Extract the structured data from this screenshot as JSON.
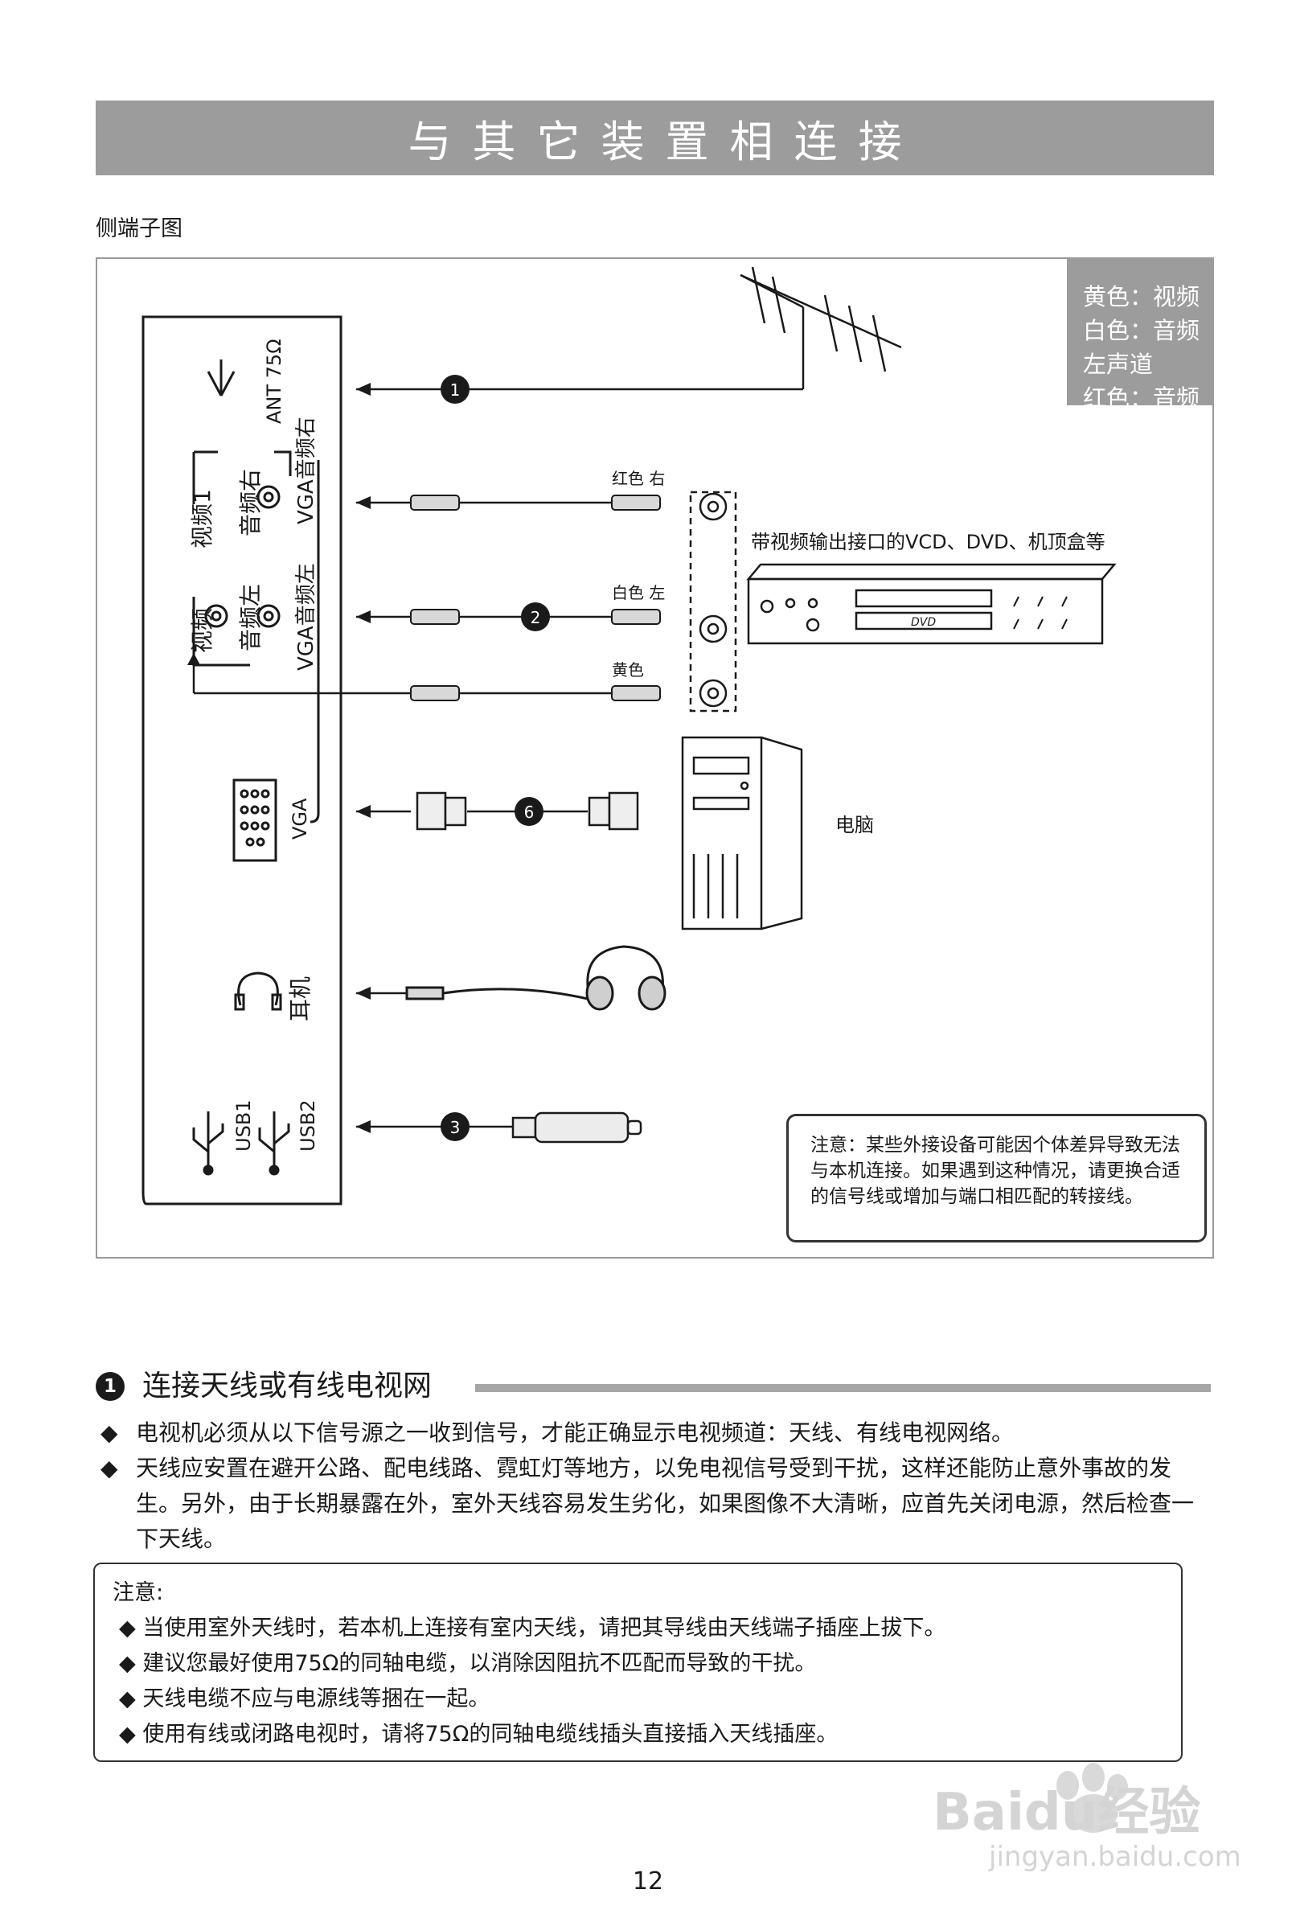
{
  "header": {
    "title": "与其它装置相连接"
  },
  "figure": {
    "caption": "侧端子图",
    "legend": [
      "黄色：视频",
      "白色：音频左声道",
      "红色：音频右声道"
    ],
    "panel_labels": {
      "ant": "ANT 75Ω",
      "video": "视频",
      "video1": "视频1",
      "audio_l": "音频左",
      "audio_r": "音频右",
      "vga_audio_l": "VGA音频左",
      "vga_audio_r": "VGA音频右",
      "vga": "VGA",
      "earphone": "耳机",
      "usb1": "USB1",
      "usb2": "USB2"
    },
    "cable_labels": {
      "red_right": "红色 右",
      "white_left": "白色 左",
      "yellow": "黄色"
    },
    "callouts": [
      "1",
      "2",
      "6",
      "3"
    ],
    "device_dvd": "带视频输出接口的VCD、DVD、机顶盒等",
    "dvd_logo": "DVD",
    "device_pc": "电脑",
    "note": "注意：某些外接设备可能因个体差异导致无法与本机连接。如果遇到这种情况，请更换合适的信号线或增加与端口相匹配的转接线。"
  },
  "section": {
    "number": "1",
    "title": "连接天线或有线电视网",
    "bullets": [
      "电视机必须从以下信号源之一收到信号，才能正确显示电视频道：天线、有线电视网络。",
      "天线应安置在避开公路、配电线路、霓虹灯等地方，以免电视信号受到干扰，这样还能防止意外事故的发生。另外，由于长期暴露在外，室外天线容易发生劣化，如果图像不大清晰，应首先关闭电源，然后检查一下天线。"
    ],
    "bullet_symbol": "◆"
  },
  "warning": {
    "heading": "注意:",
    "items": [
      "当使用室外天线时，若本机上连接有室内天线，请把其导线由天线端子插座上拔下。",
      "建议您最好使用75Ω的同轴电缆，以消除因阻抗不匹配而导致的干扰。",
      "天线电缆不应与电源线等捆在一起。",
      "使用有线或闭路电视时，请将75Ω的同轴电缆线插头直接插入天线插座。"
    ]
  },
  "page_number": "12",
  "watermark": {
    "brand": "Baidu经验",
    "url": "jingyan.baidu.com"
  }
}
